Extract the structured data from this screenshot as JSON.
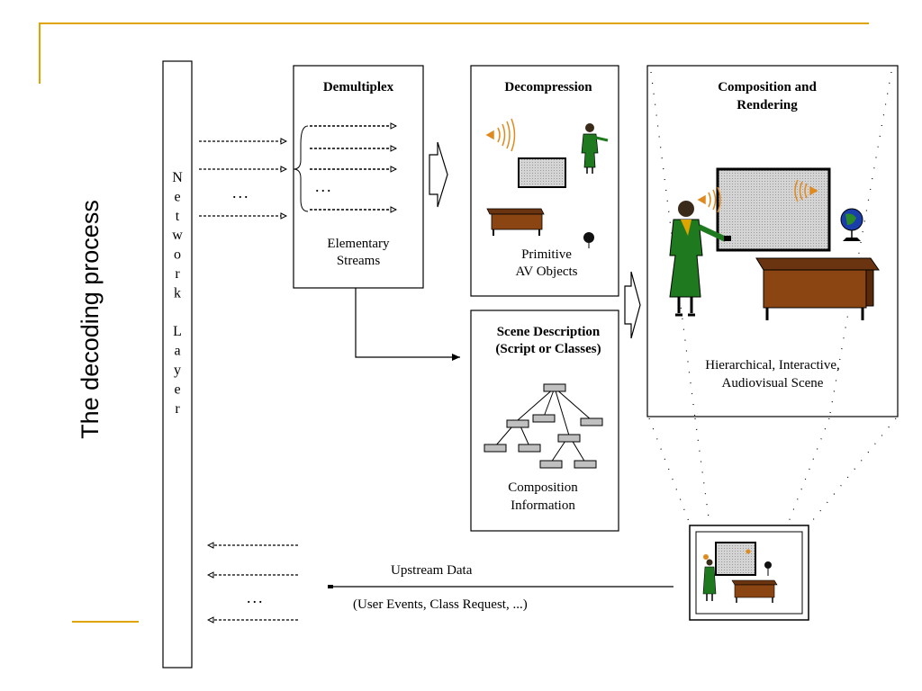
{
  "slide_title": "The decoding process",
  "network_layer": {
    "letters": [
      "N",
      "e",
      "t",
      "w",
      "o",
      "r",
      "k",
      "",
      "L",
      "a",
      "y",
      "e",
      "r"
    ]
  },
  "demultiplex": {
    "title": "Demultiplex",
    "caption_lines": [
      "Elementary",
      "Streams"
    ],
    "input_ellipsis": "...",
    "stream_ellipsis": "..."
  },
  "decompression": {
    "title": "Decompression",
    "caption_lines": [
      "Primitive",
      "AV Objects"
    ]
  },
  "scene_description": {
    "title_lines": [
      "Scene Description",
      "(Script or Classes)"
    ],
    "caption_lines": [
      "Composition",
      "Information"
    ]
  },
  "composition": {
    "title_lines": [
      "Composition and",
      "Rendering"
    ],
    "caption_lines": [
      "Hierarchical, Interactive,",
      "Audiovisual Scene"
    ]
  },
  "upstream": {
    "label": "Upstream Data",
    "sublabel": "(User Events, Class Request, ...)",
    "ellipsis": "..."
  },
  "colors": {
    "accent_rule": "#e0a400",
    "figure_green": "#1f7a1f",
    "desk_brown": "#8b4513",
    "screen_gray": "#c8c8c8",
    "sound_orange": "#e08a1e",
    "globe_blue": "#1a3faa"
  }
}
